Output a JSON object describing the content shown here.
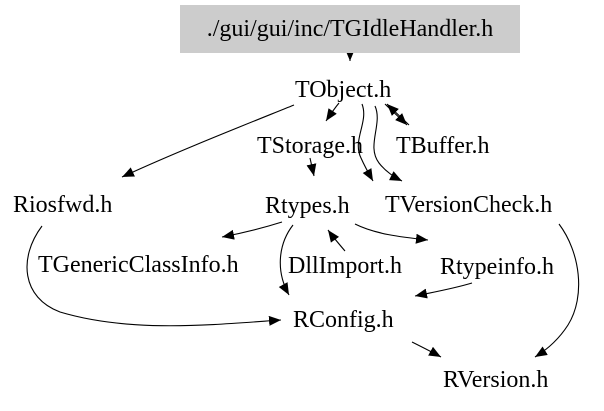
{
  "diagram": {
    "type": "include-dependency-graph",
    "root": {
      "label": "./gui/gui/inc/TGIdleHandler.h"
    },
    "nodes": [
      {
        "id": "tobject",
        "label": "TObject.h"
      },
      {
        "id": "tstorage",
        "label": "TStorage.h"
      },
      {
        "id": "tbuffer",
        "label": "TBuffer.h"
      },
      {
        "id": "riosfwd",
        "label": "Riosfwd.h"
      },
      {
        "id": "rtypes",
        "label": "Rtypes.h"
      },
      {
        "id": "tversioncheck",
        "label": "TVersionCheck.h"
      },
      {
        "id": "tgenericclassinfo",
        "label": "TGenericClassInfo.h"
      },
      {
        "id": "dllimport",
        "label": "DllImport.h"
      },
      {
        "id": "rtypeinfo",
        "label": "Rtypeinfo.h"
      },
      {
        "id": "rconfig",
        "label": "RConfig.h"
      },
      {
        "id": "rversion",
        "label": "RVersion.h"
      }
    ],
    "edges": [
      {
        "from": "TGIdleHandler.h",
        "to": "TObject.h"
      },
      {
        "from": "TObject.h",
        "to": "TStorage.h"
      },
      {
        "from": "TObject.h",
        "to": "TBuffer.h"
      },
      {
        "from": "TBuffer.h",
        "to": "TObject.h"
      },
      {
        "from": "TObject.h",
        "to": "Riosfwd.h"
      },
      {
        "from": "TObject.h",
        "to": "Rtypes.h"
      },
      {
        "from": "TObject.h",
        "to": "TVersionCheck.h"
      },
      {
        "from": "TStorage.h",
        "to": "Rtypes.h"
      },
      {
        "from": "Rtypes.h",
        "to": "TGenericClassInfo.h"
      },
      {
        "from": "DllImport.h",
        "to": "Rtypes.h"
      },
      {
        "from": "Rtypes.h",
        "to": "Rtypeinfo.h"
      },
      {
        "from": "Rtypes.h",
        "to": "RConfig.h"
      },
      {
        "from": "Riosfwd.h",
        "to": "RConfig.h"
      },
      {
        "from": "Rtypeinfo.h",
        "to": "RConfig.h"
      },
      {
        "from": "RConfig.h",
        "to": "RVersion.h"
      },
      {
        "from": "TVersionCheck.h",
        "to": "RVersion.h"
      }
    ],
    "colors": {
      "background": "#ffffff",
      "root_box_fill": "#cccccc",
      "edge": "#000000",
      "text": "#000000"
    }
  }
}
